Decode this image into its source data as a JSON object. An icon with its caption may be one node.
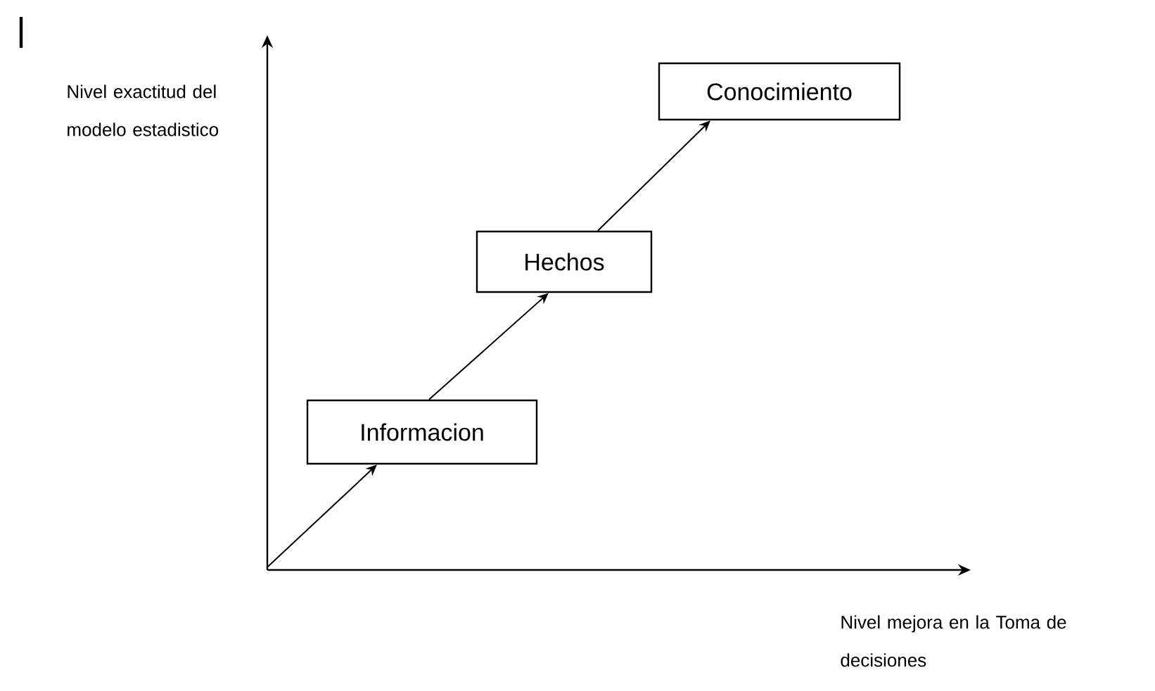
{
  "diagram": {
    "nodes": [
      {
        "text": [
          "Informacion"
        ]
      },
      {
        "text": [
          "Hechos"
        ]
      },
      {
        "text": [
          "Conocimiento"
        ]
      }
    ],
    "edges": [
      {
        "from": null,
        "to": 0,
        "arrow": "to"
      },
      {
        "from": 0,
        "to": 1,
        "arrow": "to"
      },
      {
        "from": 1,
        "to": 2,
        "arrow": "to"
      }
    ],
    "labels": [
      "Nivel exactitud del modelo estadistico",
      "Nivel mejora en la Toma de decisiones"
    ]
  }
}
